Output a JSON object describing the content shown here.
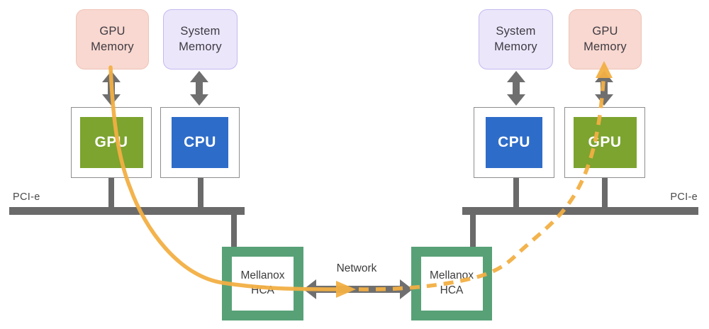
{
  "diagram_title": "GPUDirect RDMA data path diagram",
  "left_host": {
    "gpu_memory": {
      "line1": "GPU",
      "line2": "Memory"
    },
    "system_memory": {
      "line1": "System",
      "line2": "Memory"
    },
    "gpu_label": "GPU",
    "cpu_label": "CPU",
    "pcie_label": "PCI-e",
    "hca": {
      "line1": "Mellanox",
      "line2": "HCA"
    }
  },
  "right_host": {
    "system_memory": {
      "line1": "System",
      "line2": "Memory"
    },
    "gpu_memory": {
      "line1": "GPU",
      "line2": "Memory"
    },
    "cpu_label": "CPU",
    "gpu_label": "GPU",
    "pcie_label": "PCI-e",
    "hca": {
      "line1": "Mellanox",
      "line2": "HCA"
    }
  },
  "network": {
    "label": "Network"
  },
  "colors": {
    "gpu_green": "#7CA42F",
    "cpu_blue": "#2E6CC9",
    "hca_green": "#58A177",
    "gpu_memory_pink": "#F8D8D0",
    "system_memory_lavender": "#EBE6FA",
    "bus_gray": "#6A6A6A",
    "arrow_gray": "#6F6F6F",
    "rdma_path_orange": "#F2AF43"
  }
}
